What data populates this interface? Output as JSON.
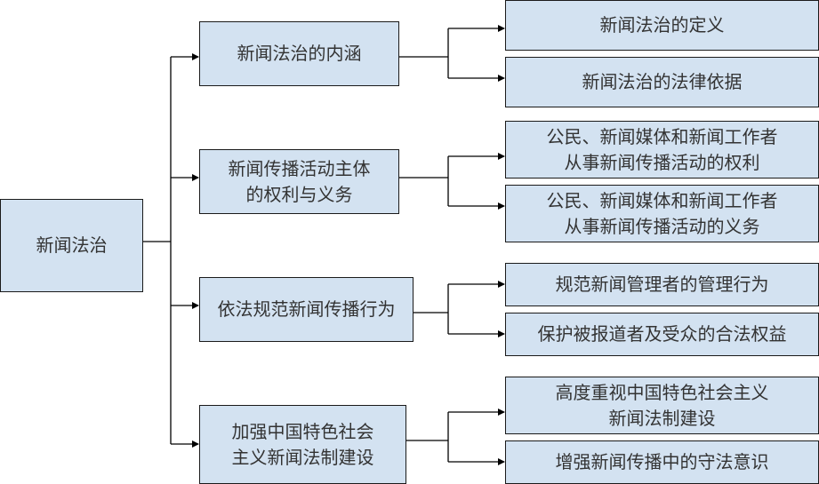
{
  "diagram": {
    "root": "新闻法治",
    "branches": [
      {
        "label": "新闻法治的内涵",
        "children": [
          "新闻法治的定义",
          "新闻法治的法律依据"
        ]
      },
      {
        "label": "新闻传播活动主体\n的权利与义务",
        "children": [
          "公民、新闻媒体和新闻工作者\n从事新闻传播活动的权利",
          "公民、新闻媒体和新闻工作者\n从事新闻传播活动的义务"
        ]
      },
      {
        "label": "依法规范新闻传播行为",
        "children": [
          "规范新闻管理者的管理行为",
          "保护被报道者及受众的合法权益"
        ]
      },
      {
        "label": "加强中国特色社会\n主义新闻法制建设",
        "children": [
          "高度重视中国特色社会主义\n新闻法制建设",
          "增强新闻传播中的守法意识"
        ]
      }
    ],
    "colors": {
      "box_fill": "#d3e2f1",
      "stroke": "#1a1a1a",
      "text": "#333333"
    }
  }
}
